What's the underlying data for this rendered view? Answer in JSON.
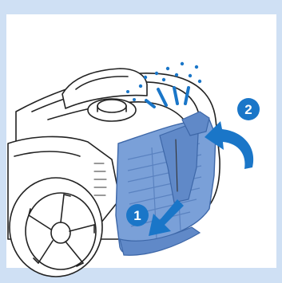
{
  "steps": [
    {
      "number": "1"
    },
    {
      "number": "2"
    }
  ],
  "colors": {
    "frame": "#cfe0f4",
    "accent": "#1a76c8",
    "filter": "#7aa0d8",
    "outline": "#222222"
  },
  "icons": [
    "vacuum-cleaner-body",
    "wheel-icon",
    "pull-down-arrow-icon",
    "lift-up-arrow-icon",
    "dust-particles-icon"
  ]
}
